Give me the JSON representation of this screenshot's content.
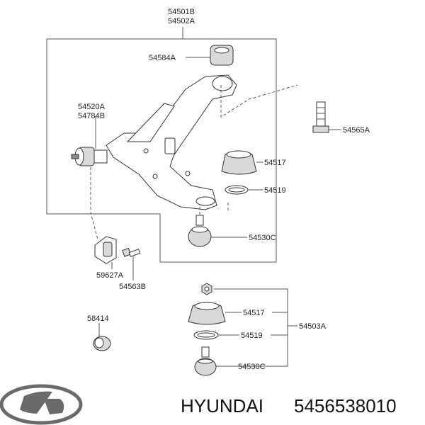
{
  "parts": {
    "p54501B": "54501B",
    "p54502A": "54502A",
    "p54584A": "54584A",
    "p54520A": "54520A",
    "p54784B": "54784B",
    "p54565A": "54565A",
    "p54517_top": "54517",
    "p54519_top": "54519",
    "p54530C_top": "54530C",
    "p59627A": "59627A",
    "p54563B": "54563B",
    "p54517_bottom": "54517",
    "p54519_bottom": "54519",
    "p54530C_bottom": "54530C",
    "p54503A": "54503A",
    "p58414": "58414"
  },
  "footer": {
    "brand": "HYUNDAI",
    "part_number": "5456538010"
  },
  "colors": {
    "line": "#555555",
    "part_fill": "#ffffff",
    "shade": "#d9d9d9"
  }
}
